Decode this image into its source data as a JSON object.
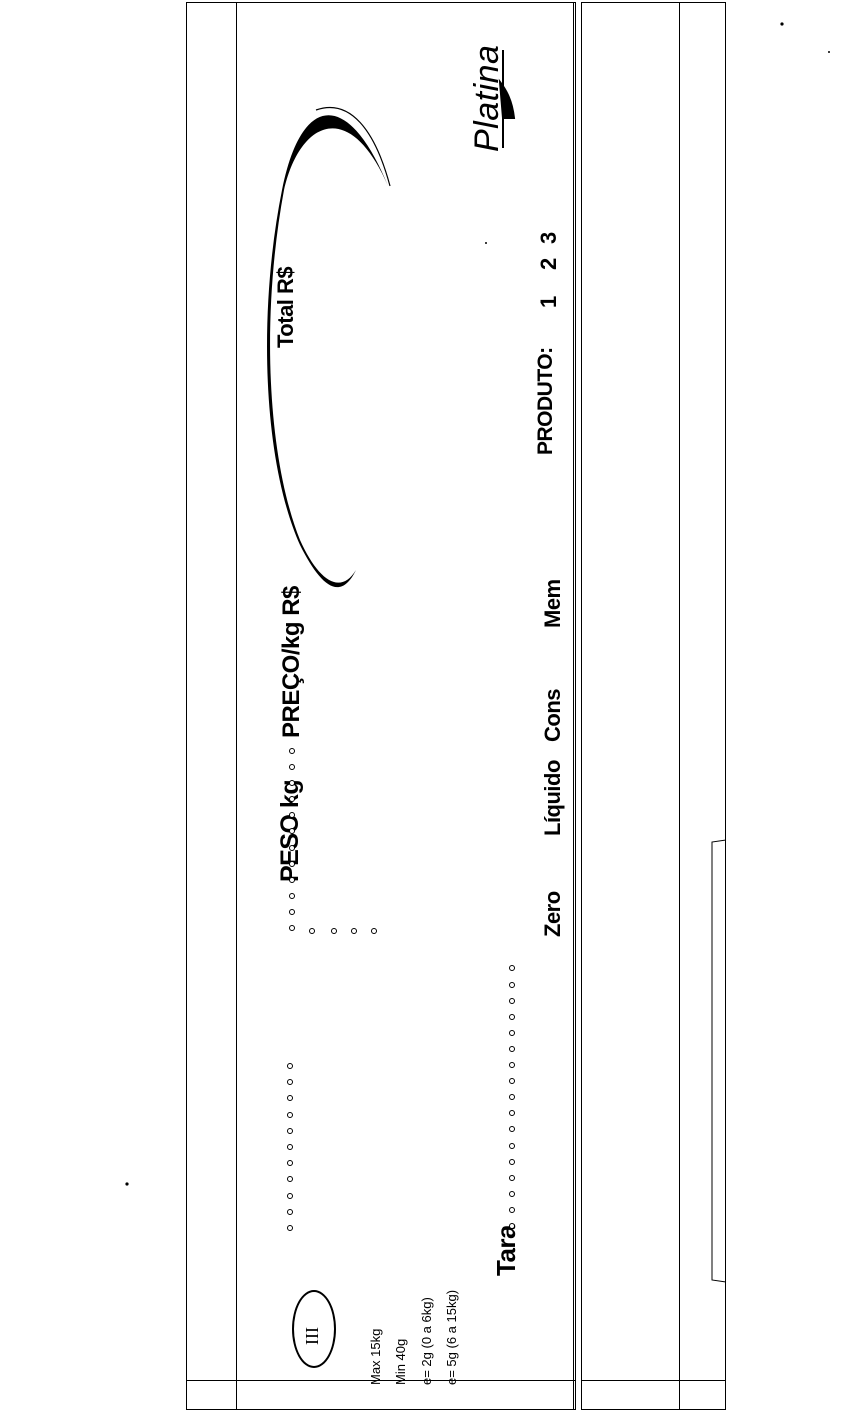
{
  "display": {
    "peso_label": "PESO kg",
    "preco_label": "PREÇO/kg R$",
    "total_label": "Total R$",
    "tara_label": "Tara"
  },
  "keys": {
    "zero": "Zero",
    "liquido": "Líquido",
    "cons": "Cons",
    "mem": "Mem"
  },
  "produto": {
    "label": "PRODUTO:",
    "numbers": [
      "1",
      "2",
      "3"
    ]
  },
  "specs": {
    "max": "Max 15kg",
    "min": "Min 40g",
    "e1": "e=  2g (0 a 6kg)",
    "e2": "e=  5g (6 a 15kg)"
  },
  "badge": "III",
  "brand": "Platina"
}
